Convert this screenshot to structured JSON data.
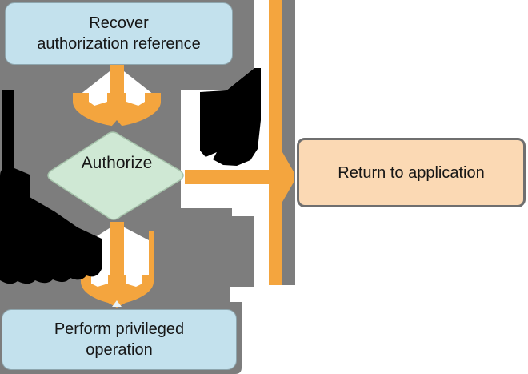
{
  "diagram": {
    "type": "flowchart",
    "nodes": {
      "recover": {
        "label": "Recover authorization reference",
        "lines": [
          "Recover",
          "authorization reference"
        ],
        "shape": "rounded-rect",
        "fill": "#c3e1ed"
      },
      "authorize": {
        "label": "Authorize",
        "shape": "diamond",
        "fill": "#cfe8d4"
      },
      "return_to_app": {
        "label": "Return to application",
        "shape": "rounded-rect",
        "fill": "#fbd9b4"
      },
      "perform": {
        "label": "Perform privileged operation",
        "lines": [
          "Perform privileged",
          "operation"
        ],
        "shape": "rounded-rect",
        "fill": "#c3e1ed"
      }
    },
    "edges": [
      {
        "from": "recover",
        "to": "authorize",
        "style": "orange arrow with oversized arrowhead artifact"
      },
      {
        "from": "authorize",
        "to": "return_to_app",
        "branch": "fail",
        "label_rendering": "corrupted black blob artifact"
      },
      {
        "from": "authorize",
        "to": "perform",
        "branch": "allow",
        "label_rendering": "corrupted black blob artifact"
      },
      {
        "from": "offscreen-top",
        "to": "return_to_app",
        "style": "orange line entering from top edge"
      }
    ],
    "artifacts": {
      "shadow_polygon": "large irregular mid-gray drop-shadow mass over left half",
      "fail_label_blob": "black irregular blob left of vertical orange line",
      "allow_label_blob": "black irregular blob along left edge below diamond"
    },
    "colors": {
      "background": "#ffffff",
      "shadow_gray": "#7d7d7d",
      "arrow_orange": "#f4a53e",
      "process_fill": "#c3e1ed",
      "process_border": "#8ea6ae",
      "decision_fill": "#cfe8d4",
      "decision_border": "#a6c3ab",
      "terminal_fill": "#fbd9b4",
      "terminal_border": "#6f6f6f",
      "artifact_black": "#000000",
      "text": "#161616"
    }
  }
}
